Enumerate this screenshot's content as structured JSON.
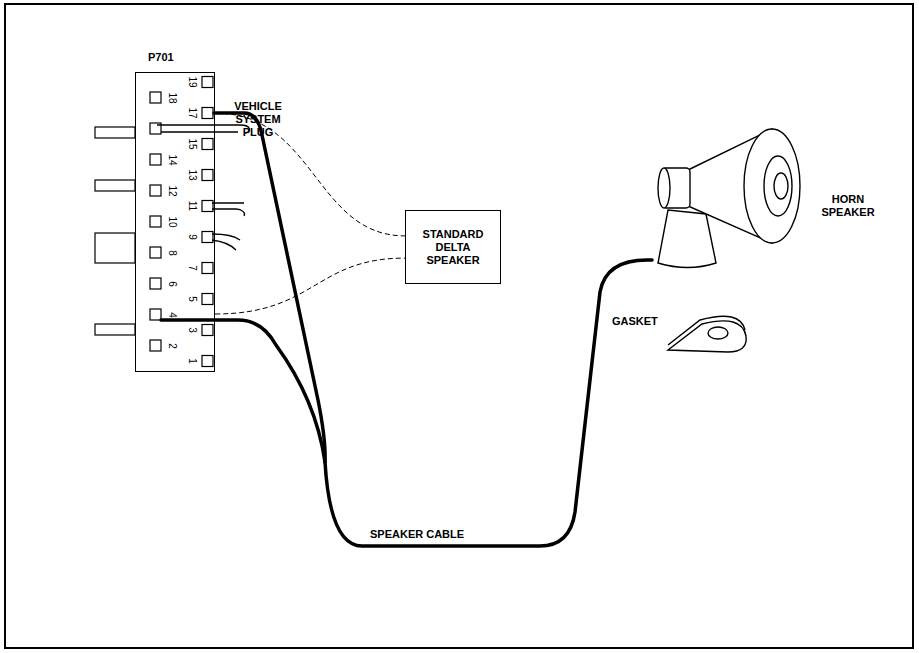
{
  "diagram": {
    "nodes": [
      {
        "text": [
          "P701"
        ]
      },
      {
        "text": [
          "STANDARD DELTA SPEAKER"
        ]
      }
    ],
    "edges": [
      {
        "from": 0,
        "to": 1,
        "arrow": "none"
      },
      {
        "from": 0,
        "to": 1,
        "arrow": "none"
      }
    ],
    "labels": [
      "VEHICLE SYSTEM PLUG",
      "HORN SPEAKER",
      "GASKET",
      "SPEAKER CABLE",
      "19",
      "18",
      "17",
      "15",
      "14",
      "13",
      "12",
      "11",
      "10",
      "9",
      "8",
      "7",
      "6",
      "5",
      "4",
      "3",
      "2",
      "1"
    ]
  }
}
